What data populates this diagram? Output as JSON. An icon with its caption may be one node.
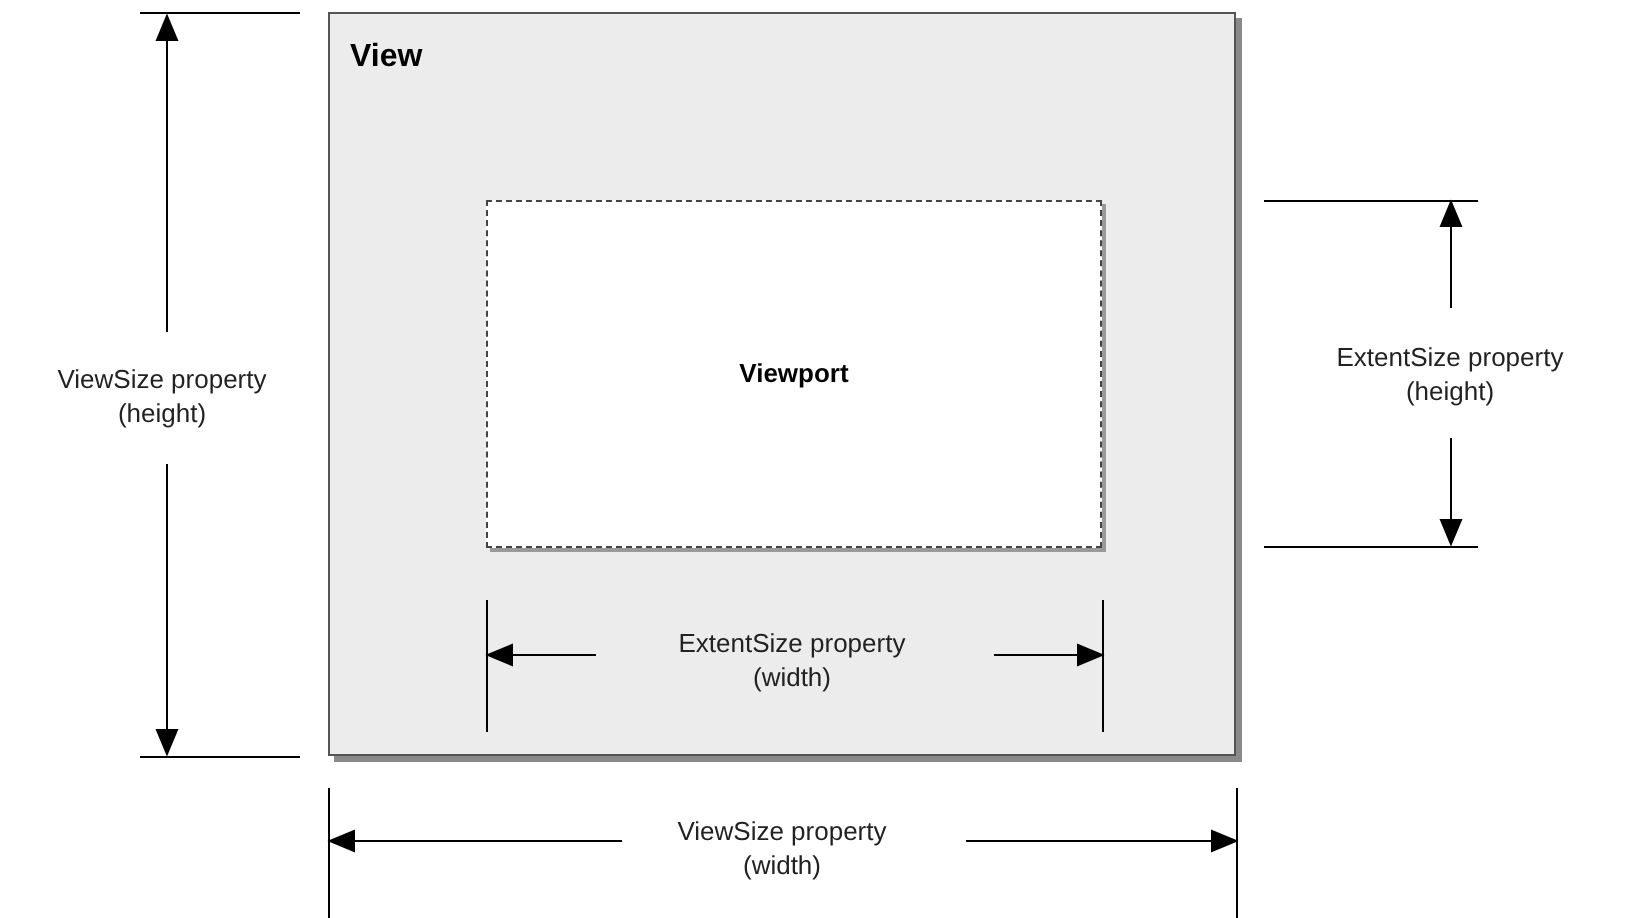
{
  "diagram": {
    "nodes": [
      {
        "text": [
          "View"
        ]
      },
      {
        "text": [
          "Viewport"
        ],
        "in": 0
      }
    ],
    "labels": [
      "ViewSize property (height)",
      "ExtentSize property (height)",
      "ExtentSize property (width)",
      "ViewSize property (width)"
    ]
  }
}
